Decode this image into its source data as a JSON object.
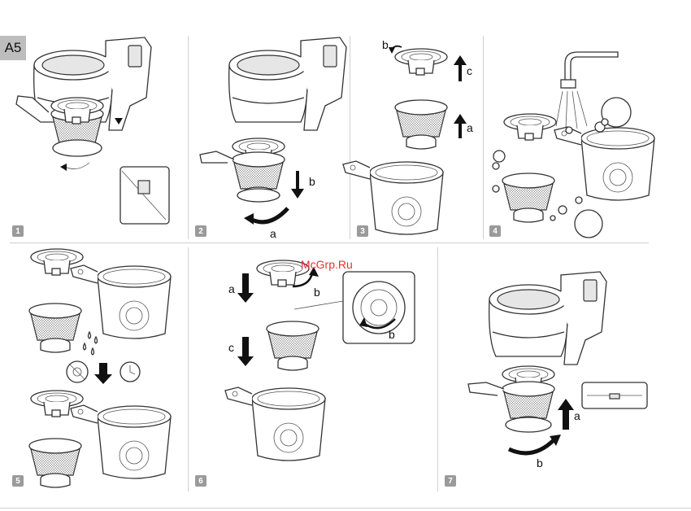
{
  "section": {
    "label": "A5"
  },
  "watermark": {
    "text": "McGrp.Ru"
  },
  "steps": [
    "1",
    "2",
    "3",
    "4",
    "5",
    "6",
    "7"
  ],
  "annotations": {
    "step2_b": "b",
    "step2_a": "a",
    "step3_b": "b",
    "step3_c": "c",
    "step3_a": "a",
    "step6_a": "a",
    "step6_b": "b",
    "step6_c": "c",
    "step6_detail_b": "b",
    "step7_a": "a",
    "step7_b": "b"
  },
  "icons": {
    "no_sun": "no-sun-drying-icon",
    "water": "water-drops-icon",
    "clock": "clock-icon"
  }
}
